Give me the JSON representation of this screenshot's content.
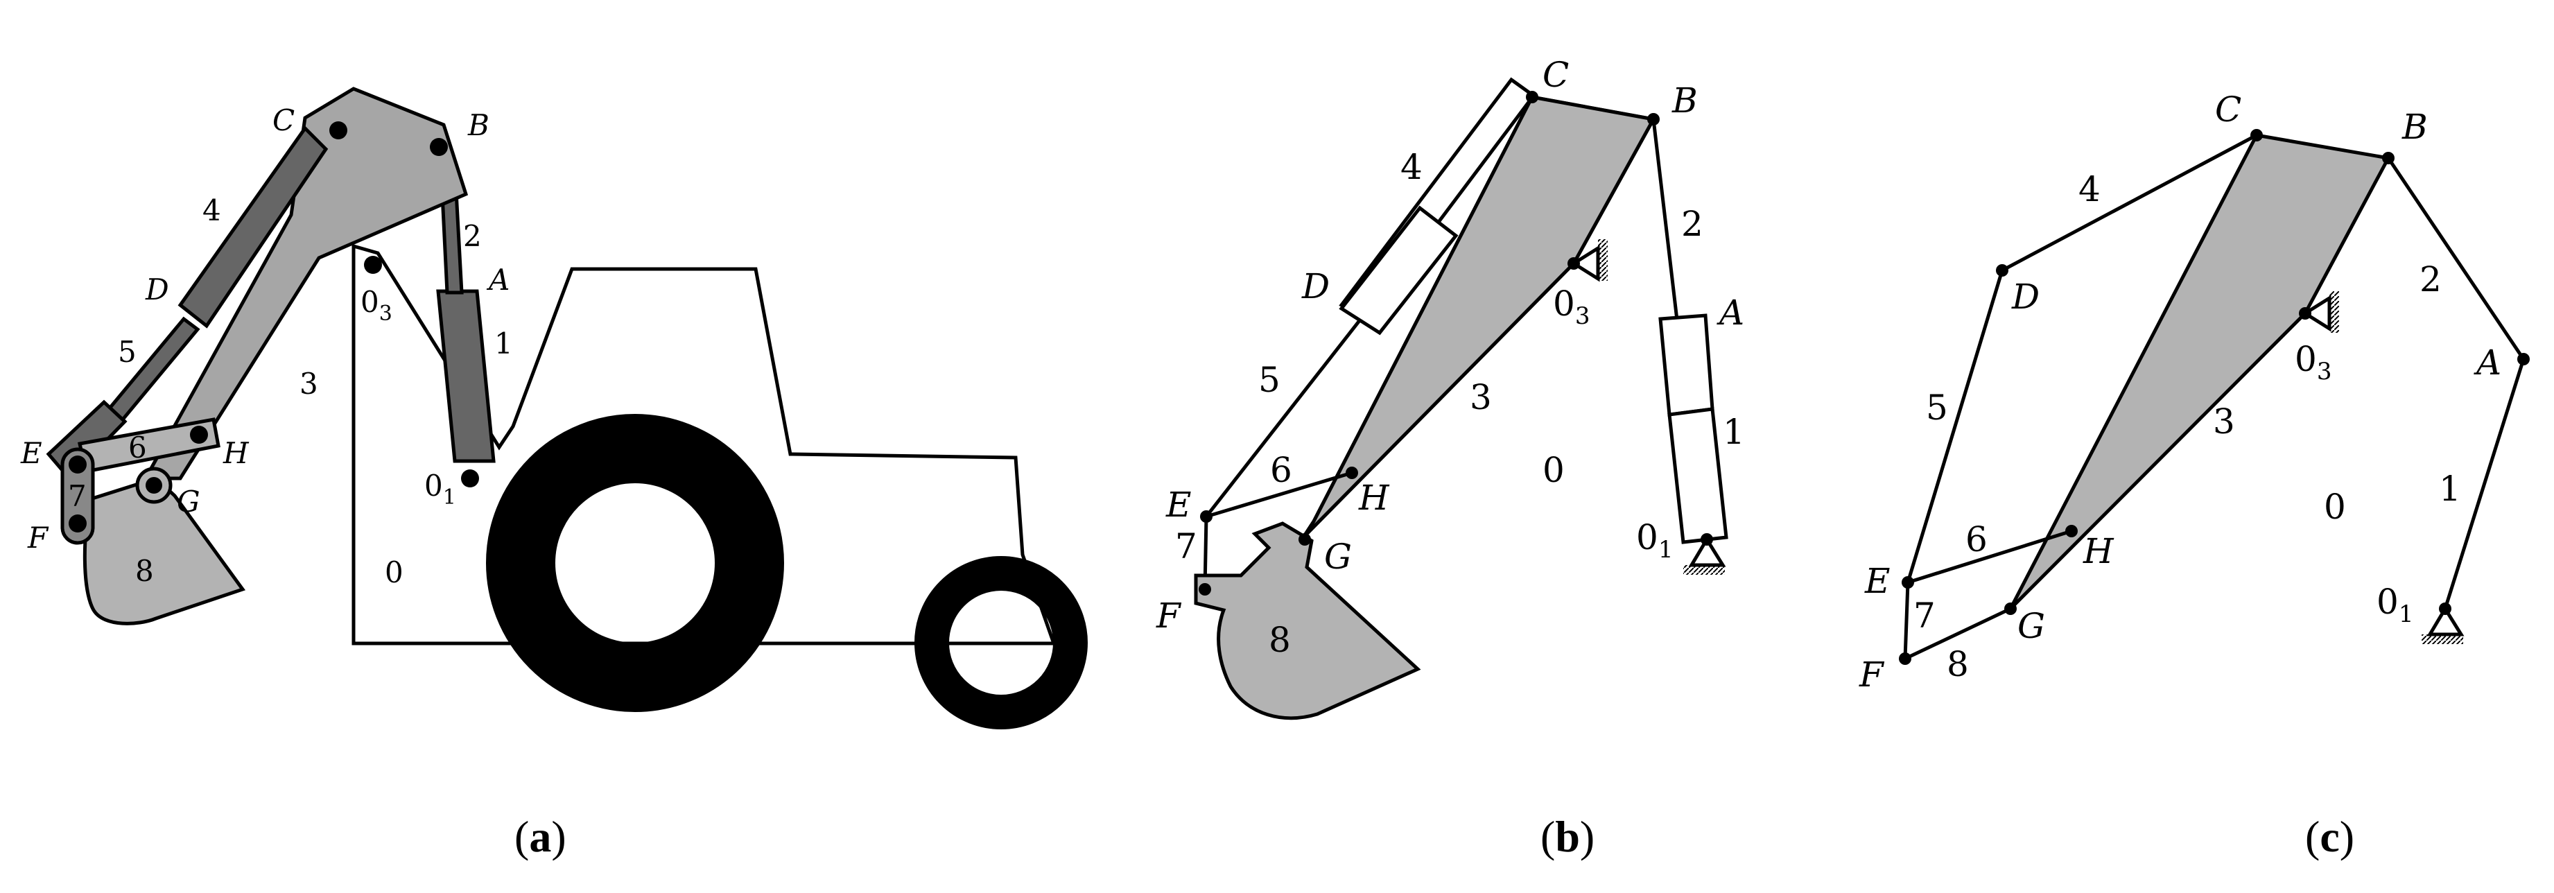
{
  "figure": {
    "panels": [
      {
        "id": "a",
        "caption_open": "(",
        "caption_letter": "a",
        "caption_close": ")",
        "points": {
          "A": "A",
          "B": "B",
          "C": "C",
          "D": "D",
          "E": "E",
          "F": "F",
          "G": "G",
          "H": "H",
          "O1": "0",
          "O1_sub": "1",
          "O3": "0",
          "O3_sub": "3"
        },
        "links": {
          "l0": "0",
          "l1": "1",
          "l2": "2",
          "l3": "3",
          "l4": "4",
          "l5": "5",
          "l6": "6",
          "l7": "7",
          "l8": "8"
        }
      },
      {
        "id": "b",
        "caption_open": "(",
        "caption_letter": "b",
        "caption_close": ")",
        "points": {
          "A": "A",
          "B": "B",
          "C": "C",
          "D": "D",
          "E": "E",
          "F": "F",
          "G": "G",
          "H": "H",
          "O1": "0",
          "O1_sub": "1",
          "O3": "0",
          "O3_sub": "3"
        },
        "links": {
          "l0": "0",
          "l1": "1",
          "l2": "2",
          "l3": "3",
          "l4": "4",
          "l5": "5",
          "l6": "6",
          "l7": "7",
          "l8": "8"
        }
      },
      {
        "id": "c",
        "caption_open": "(",
        "caption_letter": "c",
        "caption_close": ")",
        "points": {
          "A": "A",
          "B": "B",
          "C": "C",
          "D": "D",
          "E": "E",
          "F": "F",
          "G": "G",
          "H": "H",
          "O1": "0",
          "O1_sub": "1",
          "O3": "0",
          "O3_sub": "3"
        },
        "links": {
          "l0": "0",
          "l1": "1",
          "l2": "2",
          "l3": "3",
          "l4": "4",
          "l5": "5",
          "l6": "6",
          "l7": "7",
          "l8": "8"
        }
      }
    ],
    "colors": {
      "light_gray": "#a6a6a6",
      "dark_gray": "#666666",
      "shade_gray": "#b3b3b3",
      "bucket_gray": "#b3b3b3",
      "line": "#000000"
    }
  }
}
